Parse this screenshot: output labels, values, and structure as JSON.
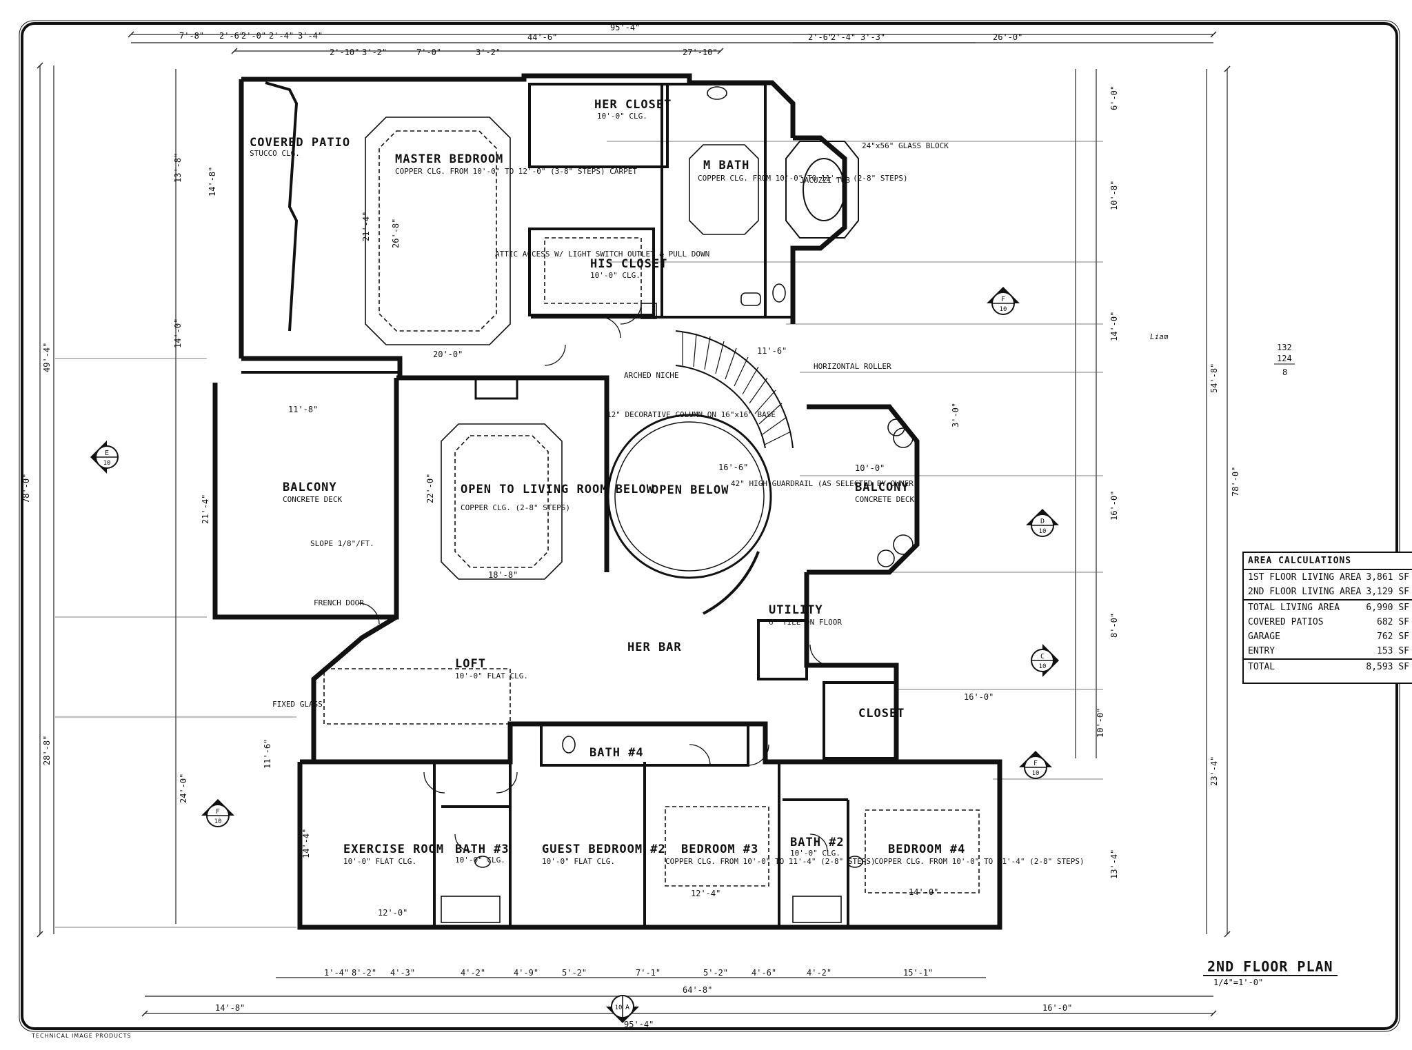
{
  "sheet": {
    "footer_credit": "TECHNICAL IMAGE PRODUCTS",
    "plan_title": "2ND FLOOR PLAN",
    "plan_scale": "1/4\"=1'-0\"",
    "margin_note": "Liam",
    "margin_calc": [
      "132",
      "124",
      "8"
    ]
  },
  "rooms": {
    "master_bedroom": "MASTER BEDROOM",
    "master_bedroom_note": "COPPER CLG. FROM 10'-0\" TO 12'-0\" (3-8\" STEPS) CARPET",
    "her_closet": "HER CLOSET",
    "her_closet_note": "10'-0\" CLG.",
    "his_closet": "HIS CLOSET",
    "his_closet_note": "10'-0\" CLG.",
    "m_bath": "M BATH",
    "m_bath_note": "COPPER CLG. FROM 10'-0\" TO 11'-4\" (2-8\" STEPS)",
    "covered_patio": "COVERED PATIO",
    "covered_patio_note": "STUCCO CLG.",
    "open_living": "OPEN TO LIVING ROOM BELOW",
    "open_living_note": "COPPER CLG. (2-8\" STEPS)",
    "open_below": "OPEN BELOW",
    "balcony_w": "BALCONY",
    "balcony_w_note": "CONCRETE DECK",
    "balcony_e": "BALCONY",
    "balcony_e_note": "CONCRETE DECK",
    "loft": "LOFT",
    "loft_note": "10'-0\" FLAT CLG.",
    "her_bar": "HER BAR",
    "utility": "UTILITY",
    "utility_note": "6\" TILE ON FLOOR",
    "closet": "CLOSET",
    "bath_4": "BATH #4",
    "exercise_room": "EXERCISE ROOM",
    "exercise_room_note": "10'-0\" FLAT CLG.",
    "bath_3": "BATH #3",
    "bath_3_note": "10'-0\" CLG.",
    "guest_bedroom_2": "GUEST BEDROOM #2",
    "guest_bedroom_2_note": "10'-0\" FLAT CLG.",
    "bedroom_3": "BEDROOM #3",
    "bedroom_3_note": "COPPER CLG. FROM 10'-0\" TO 11'-4\" (2-8\" STEPS)",
    "bath_2": "BATH #2",
    "bath_2_note": "10'-0\" CLG.",
    "bedroom_4": "BEDROOM #4",
    "bedroom_4_note": "COPPER CLG. FROM 10'-0\" TO 11'-4\" (2-8\" STEPS)"
  },
  "annotations": {
    "stair_guardrail": "42\" HIGH GUARDRAIL (AS SELECTED BY OWNER)",
    "decorative_column": "12\" DECORATIVE COLUMN ON 16\"x16\" BASE",
    "glass_block": "24\"x56\" GLASS BLOCK",
    "jacuzzi_tub": "JACUZZI TUB",
    "horizontal_roller": "HORIZONTAL ROLLER",
    "french_door": "FRENCH DOOR",
    "fixed_glass": "FIXED GLASS",
    "arched_niche": "ARCHED NICHE",
    "attic_access": "ATTIC ACCESS W/ LIGHT SWITCH OUTLET & PULL DOWN",
    "slope": "SLOPE 1/8\"/FT."
  },
  "dimensions": {
    "overall_width": "95'-4\"",
    "top_segment": "44'-6\"",
    "top_right": "26'-0\"",
    "top_mid": "27'-10\"",
    "bottom_overall": "95'-4\"",
    "bottom_mid": "64'-8\"",
    "bottom_left": "14'-8\"",
    "bottom_right": "16'-0\"",
    "left_overall": "78'-0\"",
    "left_upper": "49'-4\"",
    "left_lower": "28'-8\"",
    "right_overall": "78'-0\"",
    "right_upper": "54'-8\"",
    "right_lower": "23'-4\"",
    "top_small": [
      "7'-8\"",
      "2'-6\"",
      "2'-0\"",
      "2'-4\"",
      "3'-4\"",
      "2'-10\"",
      "3'-2\"",
      "7'-0\"",
      "3'-2\"",
      "2'-6\"",
      "2'-4\"",
      "3'-3\""
    ],
    "bottom_small": [
      "1'-4\"",
      "8'-2\"",
      "4'-3\"",
      "4'-2\"",
      "4'-9\"",
      "5'-2\"",
      "7'-1\"",
      "5'-2\"",
      "4'-6\"",
      "4'-2\"",
      "15'-1\""
    ],
    "right_side": [
      "6'-0\"",
      "10'-8\"",
      "14'-0\"",
      "16'-0\"",
      "8'-0\"",
      "10'-0\"",
      "13'-4\"",
      "3'-0\""
    ],
    "left_side": [
      "13'-8\"",
      "14'-8\"",
      "14'-0\"",
      "21'-4\"",
      "11'-6\"",
      "24'-0\"",
      "14'-4\""
    ],
    "interior": [
      "21'-4\"",
      "26'-8\"",
      "20'-0\"",
      "11'-8\"",
      "22'-0\"",
      "18'-8\"",
      "16'-6\"",
      "10'-0\"",
      "12'-0\"",
      "12'-4\"",
      "14'-0\"",
      "16'-0\"",
      "11'-6\""
    ]
  },
  "section_markers": [
    {
      "letter": "F",
      "sheet": "10"
    },
    {
      "letter": "E",
      "sheet": "10"
    },
    {
      "letter": "D",
      "sheet": "10"
    },
    {
      "letter": "C",
      "sheet": "10"
    },
    {
      "letter": "F",
      "sheet": "10"
    },
    {
      "letter": "F",
      "sheet": "10"
    },
    {
      "letter": "A",
      "sheet": "10"
    }
  ],
  "area_calculations": {
    "title": "AREA CALCULATIONS",
    "rows": [
      {
        "label": "1ST FLOOR LIVING AREA",
        "value": "3,861 SF"
      },
      {
        "label": "2ND FLOOR LIVING AREA",
        "value": "3,129 SF"
      }
    ],
    "summary": [
      {
        "label": "TOTAL LIVING AREA",
        "value": "6,990 SF"
      },
      {
        "label": "COVERED PATIOS",
        "value": "682 SF"
      },
      {
        "label": "GARAGE",
        "value": "762 SF"
      },
      {
        "label": "ENTRY",
        "value": "153 SF"
      }
    ],
    "total": {
      "label": "TOTAL",
      "value": "8,593 SF"
    }
  }
}
